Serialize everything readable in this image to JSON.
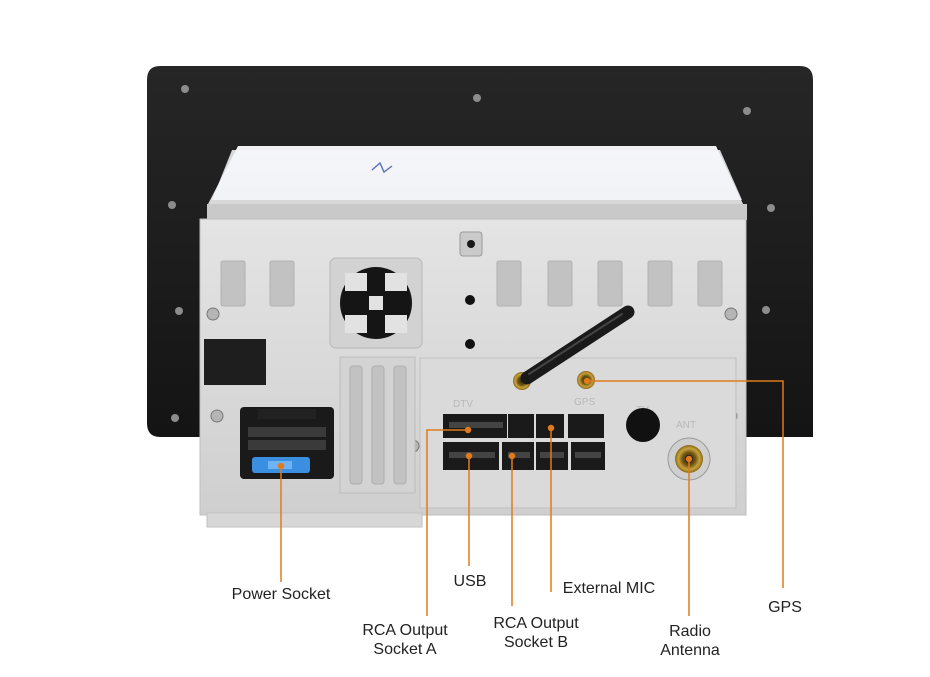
{
  "unit_labels": {
    "dtv": "DTV",
    "gps": "GPS",
    "tv": "TV",
    "ant": "ANT"
  },
  "callouts": {
    "power_socket": "Power Socket",
    "usb": "USB",
    "external_mic": "External MIC",
    "gps": "GPS",
    "rca_a_line1": "RCA Output",
    "rca_a_line2": "Socket A",
    "rca_b_line1": "RCA Output",
    "rca_b_line2": "Socket B",
    "radio_line1": "Radio",
    "radio_line2": "Antenna"
  },
  "colors": {
    "leader_line": "#e07a1a",
    "panel_bezel": "#1c1c1c",
    "chassis": "#dcdcdc",
    "connector_fuse": "#3b8fe0",
    "label_text": "#222222"
  }
}
